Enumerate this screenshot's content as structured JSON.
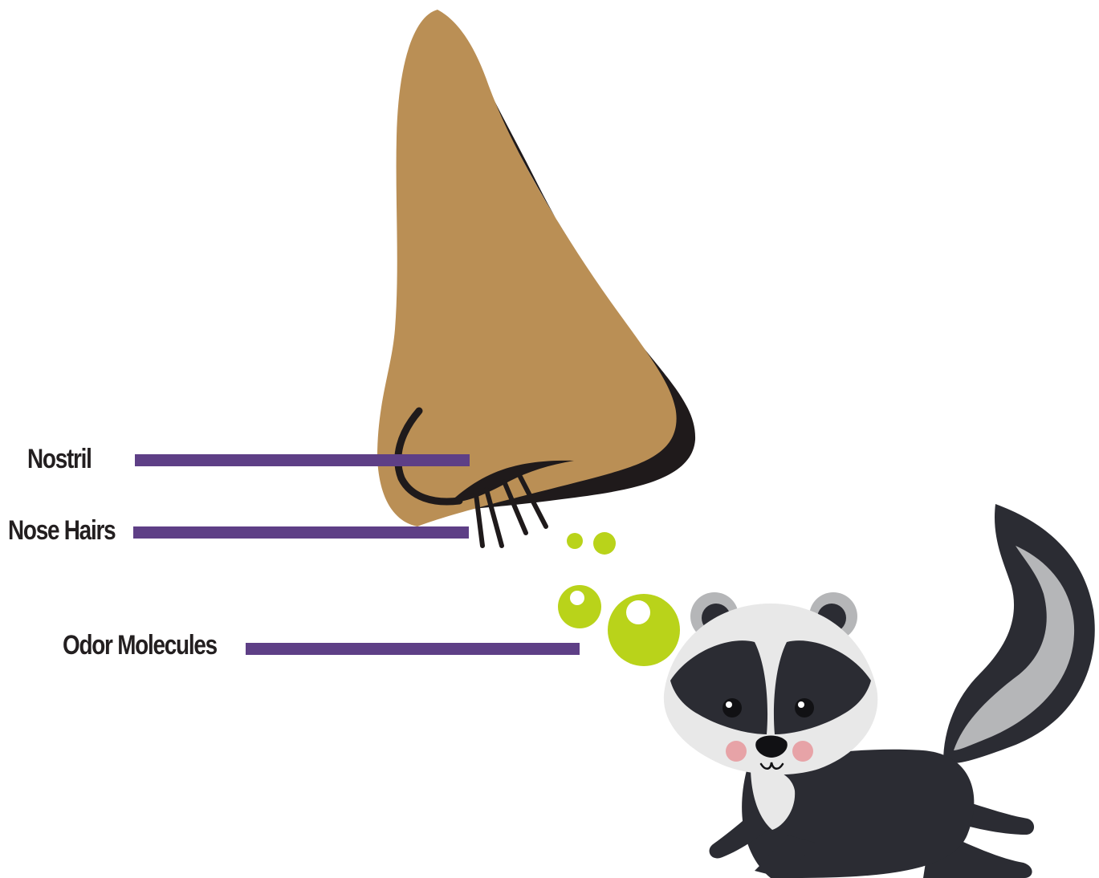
{
  "diagram": {
    "labels": {
      "nostril": "Nostril",
      "nose_hairs": "Nose Hairs",
      "odor_molecules": "Odor Molecules"
    },
    "colors": {
      "nose_skin": "#BA8F55",
      "nose_outline": "#1F1A1B",
      "leader_line": "#5E3F86",
      "odor_molecule": "#B9D31A",
      "skunk_dark": "#2B2C33",
      "skunk_gray": "#B5B6B8",
      "skunk_light": "#E8E8E8",
      "skunk_cheek": "#E7A3A7"
    }
  }
}
